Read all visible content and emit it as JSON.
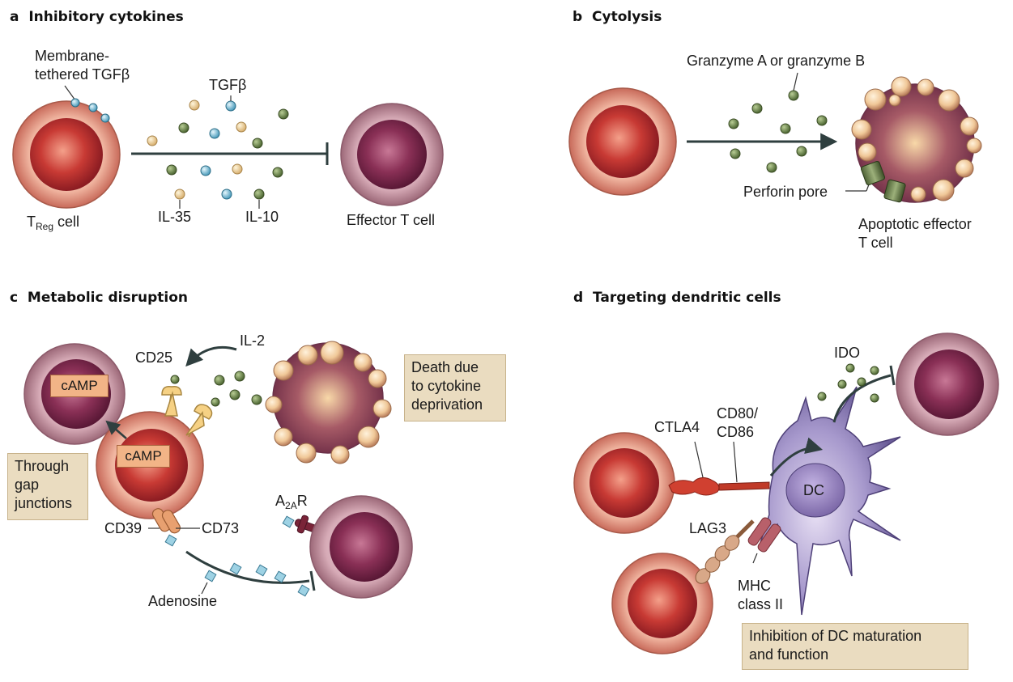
{
  "panels": {
    "a": {
      "letter": "a",
      "title": "Inhibitory cytokines",
      "labels": {
        "membrane_line1": "Membrane-",
        "membrane_line2": "tethered TGFβ",
        "tgfb": "TGFβ",
        "treg_main": "T",
        "treg_sub": "Reg",
        "treg_rest": " cell",
        "il35": "IL-35",
        "il10": "IL-10",
        "effector": "Effector T cell"
      }
    },
    "b": {
      "letter": "b",
      "title": "Cytolysis",
      "labels": {
        "granzyme": "Granzyme A or granzyme B",
        "perforin": "Perforin pore",
        "apoptotic_line1": "Apoptotic effector",
        "apoptotic_line2": "T cell"
      }
    },
    "c": {
      "letter": "c",
      "title": "Metabolic disruption",
      "labels": {
        "il2": "IL-2",
        "cd25": "CD25",
        "camp_target": "cAMP",
        "camp_treg": "cAMP",
        "death_line1": "Death due",
        "death_line2": "to cytokine",
        "death_line3": "deprivation",
        "gap_line1": "Through",
        "gap_line2": "gap",
        "gap_line3": "junctions",
        "cd39": "CD39",
        "cd73": "CD73",
        "a2ar_main": "A",
        "a2ar_sub": "2A",
        "a2ar_rest": "R",
        "adenosine": "Adenosine"
      }
    },
    "d": {
      "letter": "d",
      "title": "Targeting dendritic cells",
      "labels": {
        "ido": "IDO",
        "ctla4": "CTLA4",
        "cd80_line1": "CD80/",
        "cd80_line2": "CD86",
        "dc": "DC",
        "lag3": "LAG3",
        "mhc_line1": "MHC",
        "mhc_line2": "class II",
        "inhib_line1": "Inhibition of DC maturation",
        "inhib_line2": "and function"
      }
    }
  },
  "colors": {
    "treg_outer": "#e8a08c",
    "treg_nucleus": "#b8262a",
    "effector_outer": "#c89aa6",
    "effector_nucleus": "#7c2846",
    "il10_green": "#6f8a4e",
    "il35_yellow": "#f0d8a0",
    "tgfb_blue": "#8cc6dc",
    "dc_purple": "#9a8ac4",
    "ctla4_red": "#cc3322",
    "arrow": "#2f3f3f",
    "label_box": "#eadcc0"
  }
}
